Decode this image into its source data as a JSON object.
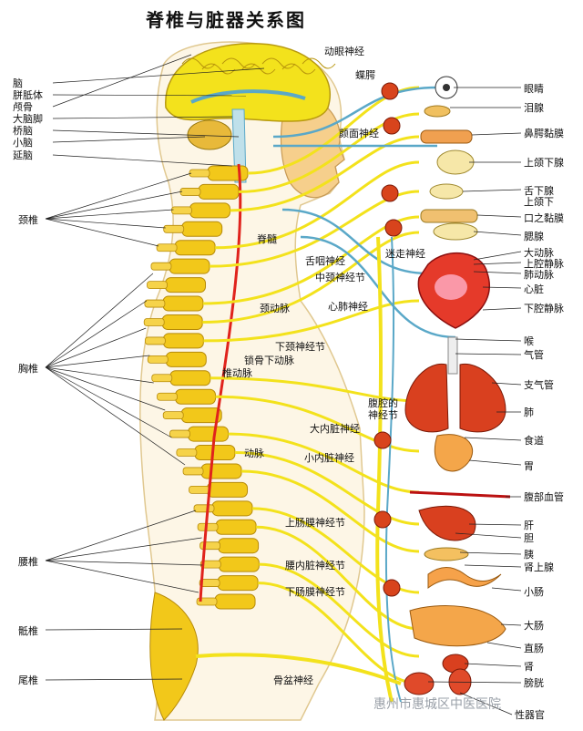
{
  "title": "脊椎与脏器关系图",
  "watermark": "惠州市惠城区中医医院",
  "colors": {
    "nerve": "#f3e21c",
    "spine": "#f2c81a",
    "vessel_blue": "#5aa8c8",
    "organ_red": "#e53a2a",
    "lung": "#d9401f",
    "skin": "#f6cf8c",
    "ganglion": "#d8441c"
  },
  "labels": {
    "brain_left": [
      "脑",
      "胼胝体",
      "颅骨",
      "大脑脚",
      "桥脑",
      "小脑",
      "延脑"
    ],
    "spine_regions": [
      "颈椎",
      "胸椎",
      "腰椎",
      "骶椎",
      "尾椎"
    ],
    "center": {
      "oculomotor": "动眼神经",
      "sphenopalatine": "蝶腭",
      "facial": "颜面神经",
      "spinal_cord": "脊髓",
      "glossopharyngeal": "舌咽神经",
      "vagus": "迷走神经",
      "middle_cervical_ganglion": "中颈神经节",
      "carotid": "颈动脉",
      "cardiopulmonary": "心肺神经",
      "inferior_cervical_ganglion": "下颈神经节",
      "subclavian": "锁骨下动脉",
      "vertebral_artery": "椎动脉",
      "celiac": "腹腔的\n神经节",
      "greater_splanchnic": "大内脏神经",
      "lesser_splanchnic": "小内脏神经",
      "artery": "动脉",
      "superior_mesenteric": "上肠膜神经节",
      "lumbar_splanchnic": "腰内脏神经节",
      "inferior_mesenteric": "下肠膜神经节",
      "pelvic": "骨盆神经"
    },
    "organs_right": [
      "眼睛",
      "泪腺",
      "鼻腭黏膜",
      "上颌下腺",
      "舌下腺",
      "上颌下",
      "口之黏膜",
      "腮腺",
      "大动脉",
      "上腔静脉",
      "肺动脉",
      "心脏",
      "下腔静脉",
      "喉",
      "气管",
      "支气管",
      "肺",
      "食道",
      "胃",
      "腹部血管",
      "肝",
      "胆",
      "胰",
      "肾上腺",
      "小肠",
      "大肠",
      "直肠",
      "肾",
      "膀胱",
      "性器官"
    ]
  }
}
